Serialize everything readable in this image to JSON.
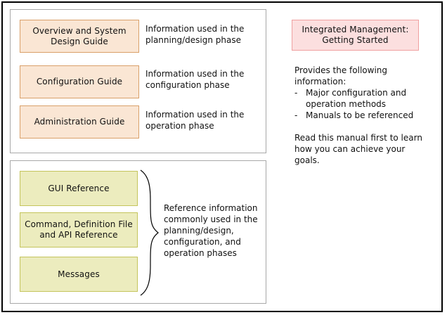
{
  "diagram": {
    "title_hidden": "",
    "colors": {
      "frame_border": "#000000",
      "panel_border": "#a8a8a8",
      "orange_fill": "#fae6d4",
      "orange_border": "#d9a069",
      "yellow_fill": "#ececbe",
      "yellow_border": "#c4c45c",
      "pink_fill": "#fcdfdf",
      "pink_border": "#f0a0a0",
      "text": "#111111"
    }
  },
  "guides_panel": {
    "rows": [
      {
        "box_label": "Overview and System Design Guide",
        "description": "Information used in the planning/design phase"
      },
      {
        "box_label": "Configuration Guide",
        "description": "Information used in the configuration phase"
      },
      {
        "box_label": "Administration Guide",
        "description": "Information used in the operation phase"
      }
    ]
  },
  "references_panel": {
    "boxes": [
      {
        "label": "GUI Reference"
      },
      {
        "label": "Command, Definition File and API Reference"
      },
      {
        "label": "Messages"
      }
    ],
    "brace_description": "Reference information commonly used in the planning/design, configuration, and operation phases",
    "brace_icon": "curly-brace-icon"
  },
  "right_column": {
    "highlight_box": {
      "line1": "Integrated Management:",
      "line2": "Getting Started"
    },
    "intro": "Provides the following information:",
    "bullet_marker": "-",
    "bullets": [
      "Major configuration and operation methods",
      "Manuals to be referenced"
    ],
    "closing": "Read this manual first to learn how you can achieve your goals."
  }
}
